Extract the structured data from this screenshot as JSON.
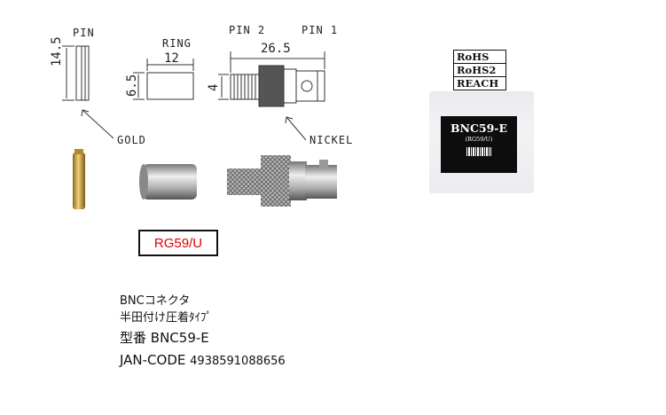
{
  "drawing_labels": {
    "pin": "PIN",
    "ring": "RING",
    "pin2": "PIN 2",
    "pin1": "PIN 1",
    "gold": "GOLD",
    "nickel": "NICKEL"
  },
  "dimensions": {
    "pin_height": "14.5",
    "ring_width": "12",
    "ring_height": "6.5",
    "pin1_length": "26.5",
    "pin2_height": "4"
  },
  "cable_type": "RG59/U",
  "description": {
    "line1": "BNCコネクタ",
    "line2": "半田付け圧着ﾀｲﾌﾟ",
    "model_label": "型番",
    "model": "BNC59-E",
    "jan_label": "JAN-CODE",
    "jan": "4938591088656"
  },
  "compliance": [
    "RoHS",
    "RoHS2",
    "REACH"
  ],
  "package": {
    "title": "BNC59-E",
    "subtitle": "(RG59/U)"
  },
  "colors": {
    "cable_type_text": "#e00000",
    "gold_pin": "#c9a23a",
    "nickel": "#b8b8b8",
    "package_card": "#0d0d0d"
  }
}
